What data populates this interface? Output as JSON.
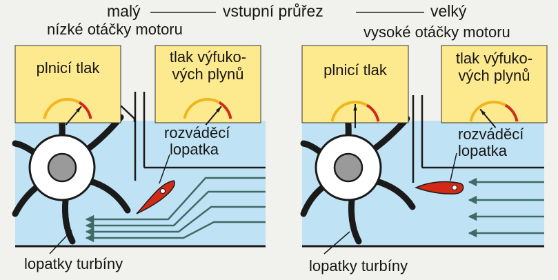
{
  "header": {
    "small": "malý",
    "middle": "vstupní průřez",
    "large": "velký",
    "left_condition": "nízké otáčky motoru",
    "right_condition": "vysoké otáčky motoru"
  },
  "left_panel": {
    "gauge_boost": {
      "title": "plnicí tlak",
      "level": 0.75
    },
    "gauge_exhaust": {
      "title_line1": "tlak výfuko-",
      "title_line2": "vých plynů",
      "level": 0.75
    },
    "vane_label_line1": "rozváděcí",
    "vane_label_line2": "lopatka",
    "turbine_label": "lopatky turbíny"
  },
  "right_panel": {
    "gauge_boost": {
      "title": "plnicí tlak",
      "level": 0.5
    },
    "gauge_exhaust": {
      "title_line1": "tlak výfuko-",
      "title_line2": "vých plynů",
      "level": 0.25
    },
    "vane_label_line1": "rozváděcí",
    "vane_label_line2": "lopatka",
    "turbine_label": "lopatky turbíny"
  },
  "colors": {
    "background": "#f1f1ee",
    "flow_area": "#bfe3f4",
    "gauge_box": "#fde98e",
    "gauge_arc_yellow": "#f2b51c",
    "gauge_arc_red": "#d02a1a",
    "vane": "#d22a16",
    "arrows": "#3f6a66",
    "outline": "#1a1a1a",
    "hub": "#9a9a9a"
  }
}
